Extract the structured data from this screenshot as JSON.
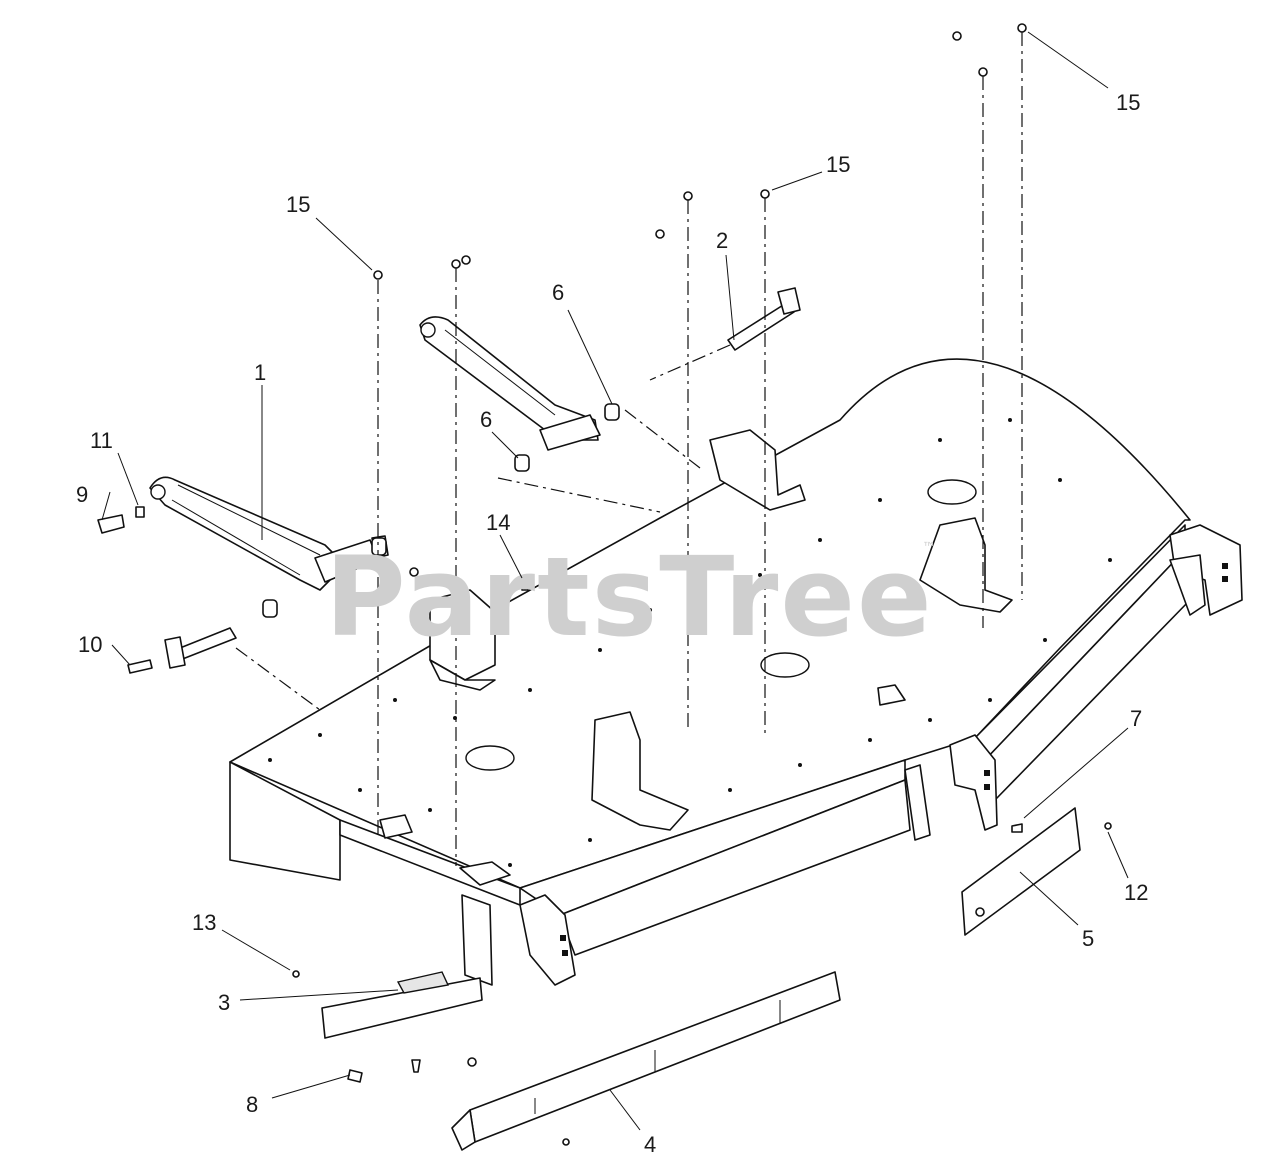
{
  "watermark": {
    "text": "PartsTree",
    "trademark": "™"
  },
  "callouts": {
    "c1": "1",
    "c2": "2",
    "c3": "3",
    "c4": "4",
    "c5": "5",
    "c6a": "6",
    "c6b": "6",
    "c7": "7",
    "c8": "8",
    "c9": "9",
    "c10": "10",
    "c11": "11",
    "c12": "12",
    "c13": "13",
    "c14": "14",
    "c15a": "15",
    "c15b": "15",
    "c15c": "15"
  }
}
